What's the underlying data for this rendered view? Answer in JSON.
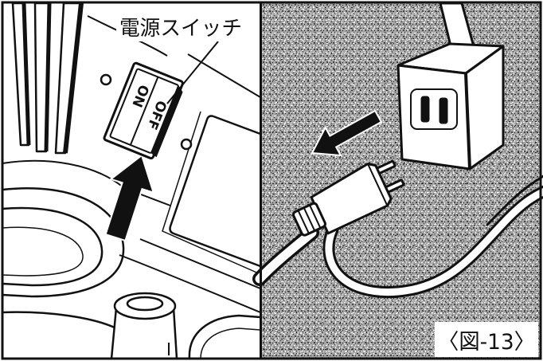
{
  "figure": {
    "switch_label": "電源スイッチ",
    "switch_on": "ON",
    "switch_off": "OFF",
    "caption": "〈図-13〉"
  },
  "colors": {
    "ink": "#111111",
    "paper": "#ffffff",
    "stipple_base": "#a4a4a4"
  },
  "icons": {
    "left_arrow": "arrow-up-right-icon",
    "right_arrow": "arrow-down-left-icon"
  }
}
